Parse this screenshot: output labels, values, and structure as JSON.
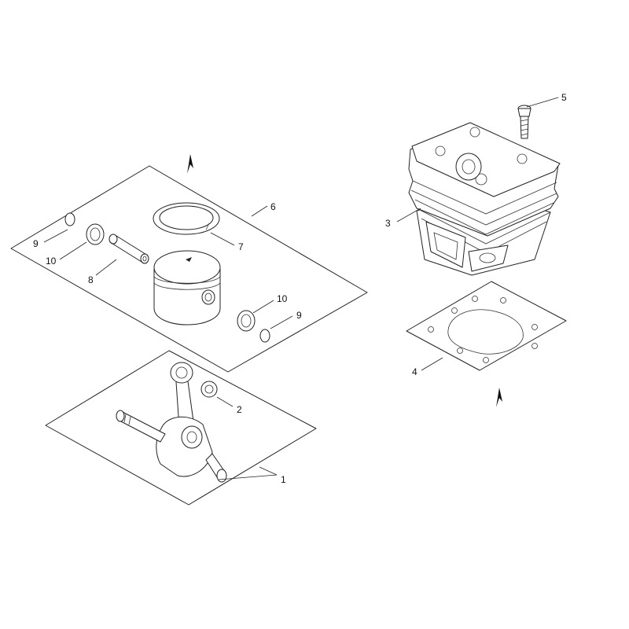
{
  "diagram": {
    "callouts": {
      "c1": "1",
      "c2": "2",
      "c3": "3",
      "c4": "4",
      "c5": "5",
      "c6": "6",
      "c7": "7",
      "c8": "8",
      "c9a": "9",
      "c9b": "9",
      "c10a": "10",
      "c10b": "10"
    },
    "icons": {
      "direction": "up-arrow-icon"
    }
  }
}
